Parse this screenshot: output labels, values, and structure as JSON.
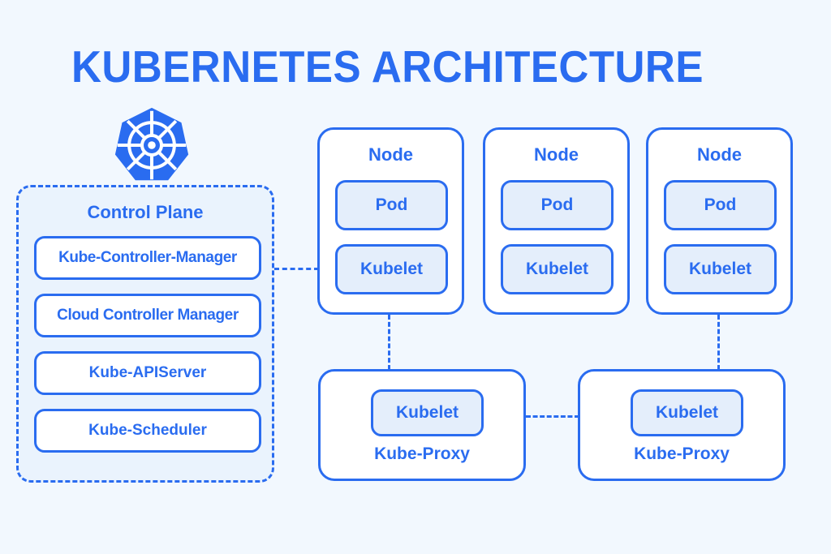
{
  "page": {
    "title": "KUBERNETES ARCHITECTURE",
    "background_color": "#f2f8fe",
    "accent_color": "#2a6cf0",
    "panel_fill_color": "#e4eefb"
  },
  "logo": {
    "name": "kubernetes-logo",
    "shape": "heptagon-with-helm-wheel",
    "fill_color": "#2a6cf0",
    "glyph_color": "#ffffff"
  },
  "control_plane": {
    "title": "Control Plane",
    "border_style": "dashed",
    "items": [
      {
        "label": "Kube-Controller-Manager"
      },
      {
        "label": "Cloud Controller Manager"
      },
      {
        "label": "Kube-APIServer"
      },
      {
        "label": "Kube-Scheduler"
      }
    ]
  },
  "nodes": [
    {
      "title": "Node",
      "pod_label": "Pod",
      "kubelet_label": "Kubelet"
    },
    {
      "title": "Node",
      "pod_label": "Pod",
      "kubelet_label": "Kubelet"
    },
    {
      "title": "Node",
      "pod_label": "Pod",
      "kubelet_label": "Kubelet"
    }
  ],
  "proxies": [
    {
      "kubelet_label": "Kubelet",
      "label": "Kube-Proxy"
    },
    {
      "kubelet_label": "Kubelet",
      "label": "Kube-Proxy"
    }
  ],
  "connectors": [
    {
      "name": "control-plane-to-node-1",
      "orientation": "horizontal",
      "style": "dashed"
    },
    {
      "name": "node-1-to-proxy-1",
      "orientation": "vertical",
      "style": "dashed"
    },
    {
      "name": "node-3-to-proxy-2",
      "orientation": "vertical",
      "style": "dashed"
    },
    {
      "name": "proxy-1-to-proxy-2",
      "orientation": "horizontal",
      "style": "dashed"
    }
  ]
}
